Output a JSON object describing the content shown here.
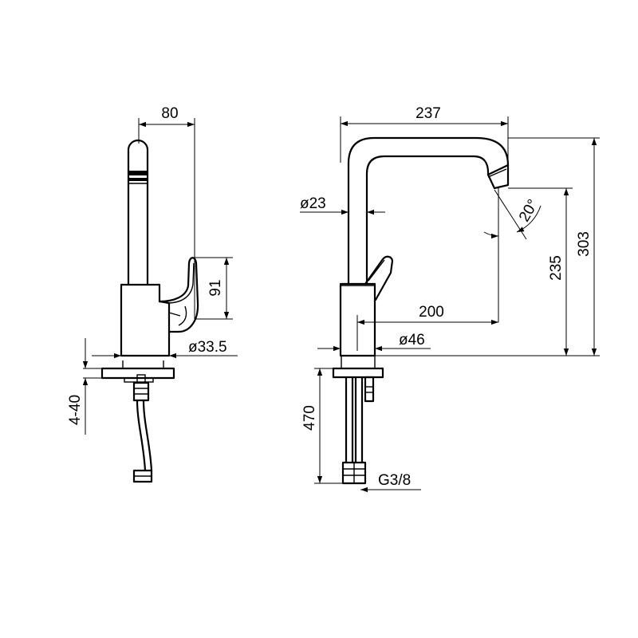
{
  "side_view": {
    "dim_width_80": "80",
    "dim_handle_91": "91",
    "dim_body_diameter": "ø33.5",
    "dim_deck_range": "4-40"
  },
  "front_view": {
    "dim_reach_237": "237",
    "dim_spout_diameter": "ø23",
    "dim_swivel_angle": "20°",
    "dim_spout_height_235": "235",
    "dim_total_height_303": "303",
    "dim_projection_200": "200",
    "dim_base_diameter": "ø46",
    "dim_hose_length_470": "470",
    "dim_thread": "G3/8"
  }
}
